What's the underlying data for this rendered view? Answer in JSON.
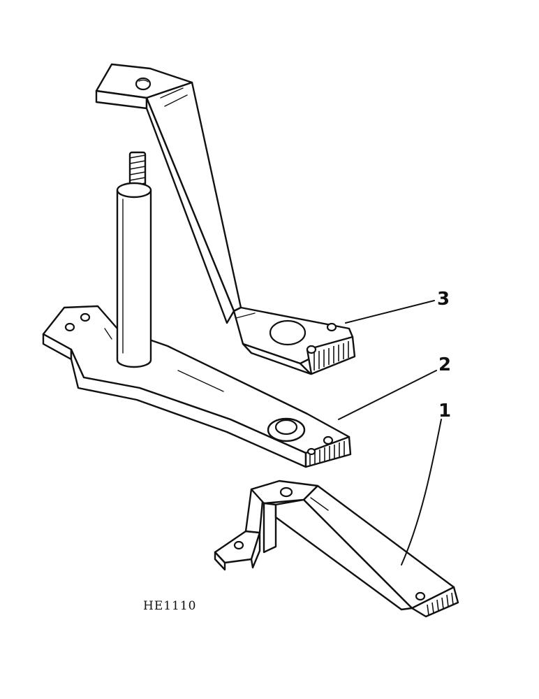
{
  "figure": {
    "reference": "HE1110"
  },
  "callouts": [
    {
      "label": "3"
    },
    {
      "label": "2"
    },
    {
      "label": "1"
    }
  ],
  "parts": [
    {
      "callout": "3",
      "icon": "upper-offset-bracket-icon"
    },
    {
      "callout": "2",
      "icon": "pivot-post-bracket-icon"
    },
    {
      "callout": "1",
      "icon": "lower-offset-bracket-icon"
    }
  ],
  "colors": {
    "line": "#111111",
    "background": "#ffffff"
  }
}
